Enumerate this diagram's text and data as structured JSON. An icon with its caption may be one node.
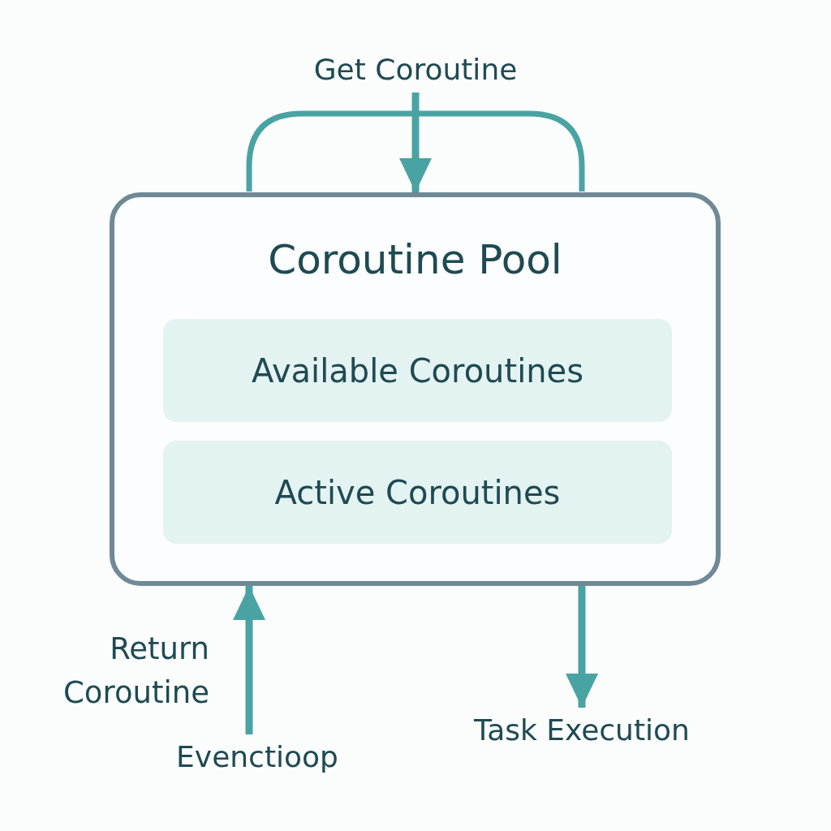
{
  "diagram": {
    "nodes": [
      {
        "text": [
          "Coroutine Pool"
        ]
      },
      {
        "text": [
          "Available Coroutines"
        ],
        "in": 0
      },
      {
        "text": [
          "Active Coroutines"
        ],
        "in": 0
      },
      {
        "text": [
          "Get Coroutine"
        ]
      },
      {
        "text": [
          "Evenctioop"
        ]
      },
      {
        "text": [
          "Task Execution"
        ]
      }
    ],
    "edges": [
      {
        "from": 3,
        "to": 0,
        "arrow": "to"
      },
      {
        "from": 4,
        "to": 0,
        "arrow": "to",
        "label": "Return Coroutine"
      },
      {
        "from": 0,
        "to": 5,
        "arrow": "to"
      }
    ]
  }
}
